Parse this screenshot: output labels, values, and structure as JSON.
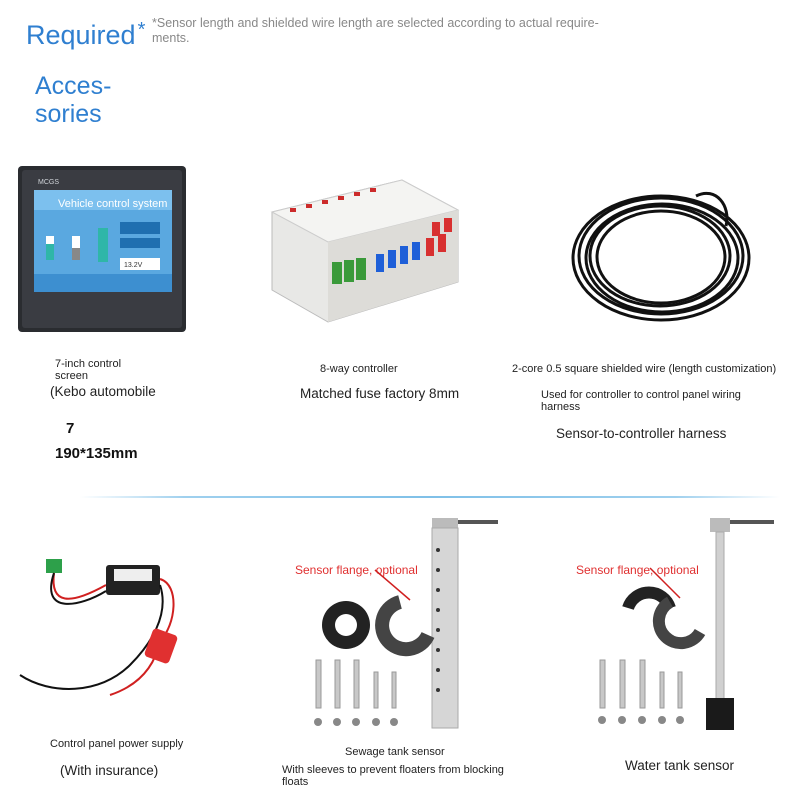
{
  "header": {
    "required": "Required",
    "star": "*",
    "accessories_line1": "Acces-",
    "accessories_line2": "sories",
    "note_line1": "*Sensor length and shielded wire length are selected according to actual require-",
    "note_line2": "ments."
  },
  "items": {
    "screen": {
      "caption_line1": "7-inch control",
      "caption_line2": "screen",
      "brand_caption": "(Kebo automobile",
      "size_partial": "7",
      "dimensions": "190*135mm",
      "device_brand": "MCGS",
      "screen_title": "Vehicle control system",
      "screen_value": "13.2V"
    },
    "controller": {
      "caption": "8-way controller",
      "subcaption": "Matched fuse factory 8mm"
    },
    "wire": {
      "caption": "2-core 0.5 square shielded wire (length customization)",
      "usage_line1": "Used for controller to control panel wiring",
      "usage_line2": "harness",
      "subcaption": "Sensor-to-controller harness"
    },
    "power": {
      "caption": "Control panel power supply",
      "subcaption": "(With insurance)"
    },
    "sewage": {
      "flange_label": "Sensor flange, optional",
      "caption": "Sewage tank sensor",
      "desc_line1": "With sleeves to prevent floaters from blocking",
      "desc_line2": "floats"
    },
    "water": {
      "flange_label": "Sensor flange, optional",
      "caption": "Water tank sensor"
    }
  }
}
